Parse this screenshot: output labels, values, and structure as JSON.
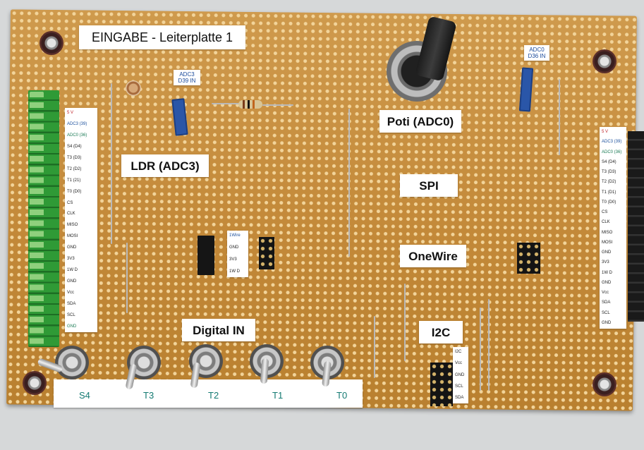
{
  "labels": {
    "title": "EINGABE - Leiterplatte 1",
    "ldr": "LDR (ADC3)",
    "poti": "Poti (ADC0)",
    "spi": "SPI",
    "onewire": "OneWire",
    "digital_in": "Digital IN",
    "i2c": "I2C"
  },
  "jumper_labels": {
    "adc3": [
      "ADC3",
      "D39 IN"
    ],
    "adc0": [
      "ADC0",
      "D36 IN"
    ]
  },
  "terminal_pins": [
    "5 V",
    "ADC3 (39)",
    "ADC0 (36)",
    "S4 (D4)",
    "T3 (D3)",
    "T2 (D2)",
    "T1 (21)",
    "T0 (D0)",
    "CS",
    "CLK",
    "MISO",
    "MOSI",
    "GND",
    "3V3",
    "1W D",
    "GND",
    "Vcc",
    "SDA",
    "SCL",
    "GND"
  ],
  "right_pins": [
    "5 V",
    "ADC3 (39)",
    "ADC0 (36)",
    "S4 (D4)",
    "T3 (D3)",
    "T2 (D2)",
    "T1 (D1)",
    "T0 (D0)",
    "CS",
    "CLK",
    "MISO",
    "MOSI",
    "GND",
    "3V3",
    "1W D",
    "GND",
    "Vcc",
    "SDA",
    "SCL",
    "GND"
  ],
  "onewire_pins": [
    "1Wire",
    "GND",
    "3V3",
    "1W D"
  ],
  "i2c_pins": [
    "I2C",
    "Vcc",
    "GND",
    "SCL",
    "SDA"
  ],
  "switches": [
    "S4",
    "T3",
    "T2",
    "T1",
    "T0"
  ],
  "colors": {
    "board": "#c99042",
    "terminal": "#2f9a36",
    "switch_label": "#147a72"
  }
}
